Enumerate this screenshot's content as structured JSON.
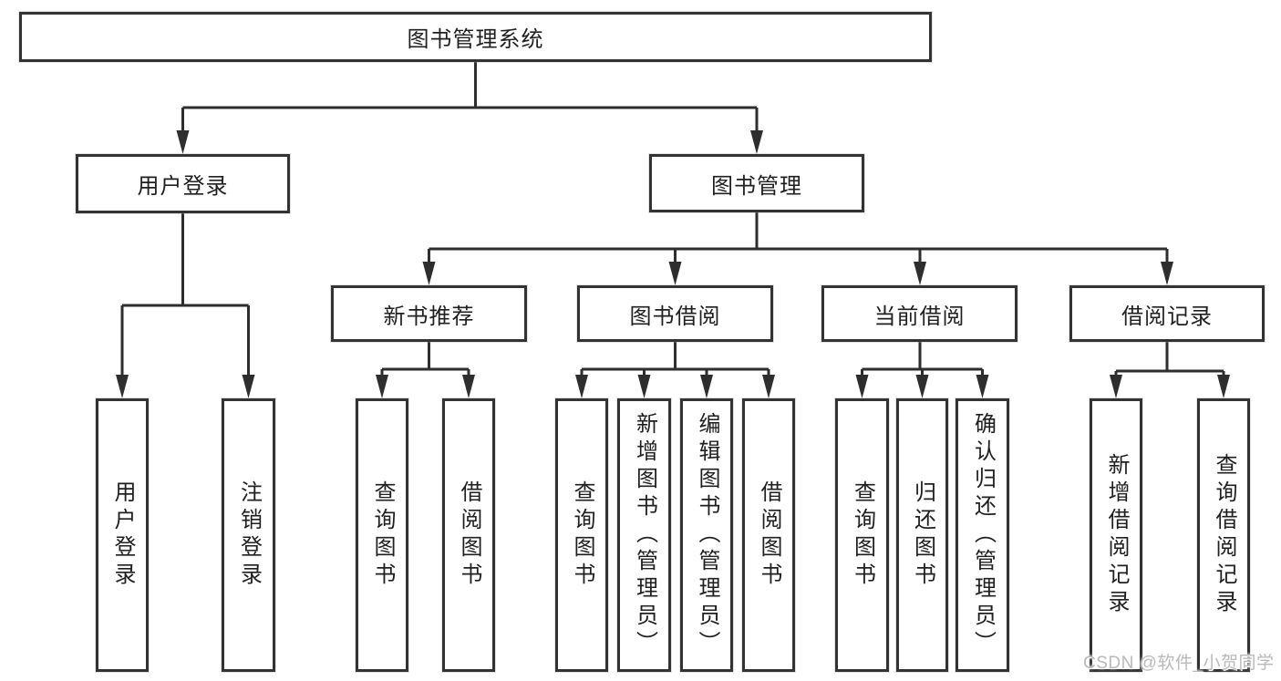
{
  "tree": {
    "root": "图书管理系统",
    "children": [
      {
        "label": "用户登录",
        "children": [
          "用户登录",
          "注销登录"
        ]
      },
      {
        "label": "图书管理",
        "children": [
          {
            "label": "新书推荐",
            "children": [
              "查询图书",
              "借阅图书"
            ]
          },
          {
            "label": "图书借阅",
            "children": [
              "查询图书",
              "新增图书（管理员）",
              "编辑图书（管理员）",
              "借阅图书"
            ]
          },
          {
            "label": "当前借阅",
            "children": [
              "查询图书",
              "归还图书",
              "确认归还（管理员）"
            ]
          },
          {
            "label": "借阅记录",
            "children": [
              "新增借阅记录",
              "查询借阅记录"
            ]
          }
        ]
      }
    ]
  },
  "watermark": "CSDN @软件_小贺同学",
  "colors": {
    "line": "#2e2e2e",
    "box_border": "#333333",
    "text": "#1f1f1f",
    "watermark": "#b9b9b9",
    "background": "#ffffff"
  }
}
